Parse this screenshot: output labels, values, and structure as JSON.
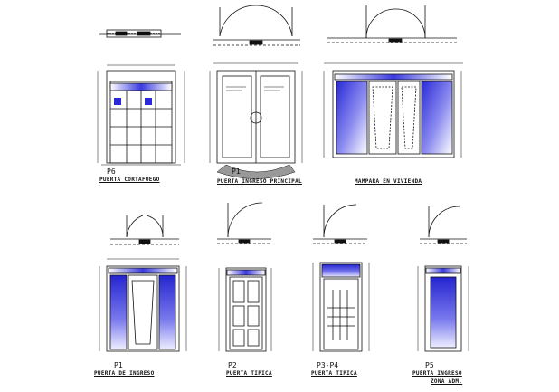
{
  "drawings": {
    "p6": {
      "code": "P6",
      "title": "PUERTA CORTAFUEGO"
    },
    "p1_main": {
      "code": "P1",
      "title": "PUERTA INGRESO PRINCIPAL"
    },
    "mampara": {
      "code": "",
      "title": "MAMPARA EN VIVIENDA"
    },
    "p1_ingreso": {
      "code": "P1",
      "title": "PUERTA DE INGRESO"
    },
    "p2": {
      "code": "P2",
      "title": "PUERTA TIPICA"
    },
    "p3p4": {
      "code": "P3-P4",
      "title": "PUERTA TIPICA"
    },
    "p5": {
      "code": "P5",
      "title": "PUERTA INGRESO",
      "title2": "ZONA ADM."
    }
  },
  "colors": {
    "line": "#111111",
    "glass_dark": "#2a2ad8",
    "glass_light": "#ffffff",
    "header_band": "#3a3ae0"
  }
}
